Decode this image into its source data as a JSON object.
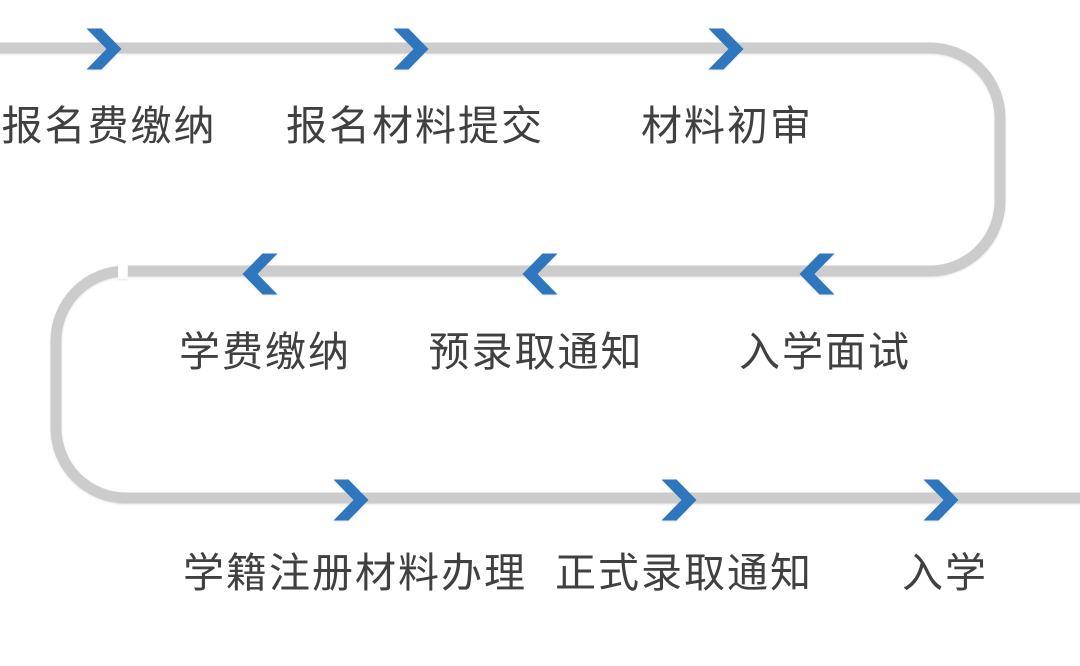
{
  "diagram": {
    "type": "process-flow",
    "rows": [
      {
        "name": "top",
        "direction": "right",
        "steps": [
          {
            "label": "报名费缴纳"
          },
          {
            "label": "报名材料提交"
          },
          {
            "label": "材料初审"
          }
        ]
      },
      {
        "name": "middle",
        "direction": "left",
        "steps": [
          {
            "label": "入学面试"
          },
          {
            "label": "预录取通知"
          },
          {
            "label": "学费缴纳"
          }
        ]
      },
      {
        "name": "bottom",
        "direction": "right",
        "steps": [
          {
            "label": "学籍注册材料办理"
          },
          {
            "label": "正式录取通知"
          },
          {
            "label": "入学"
          }
        ]
      }
    ],
    "icons": {
      "forward": "chevron-right",
      "backward": "chevron-left"
    }
  },
  "colors": {
    "accent": "#2e76bd",
    "line": "#cccccc",
    "text": "#404040",
    "background": "#ffffff"
  }
}
